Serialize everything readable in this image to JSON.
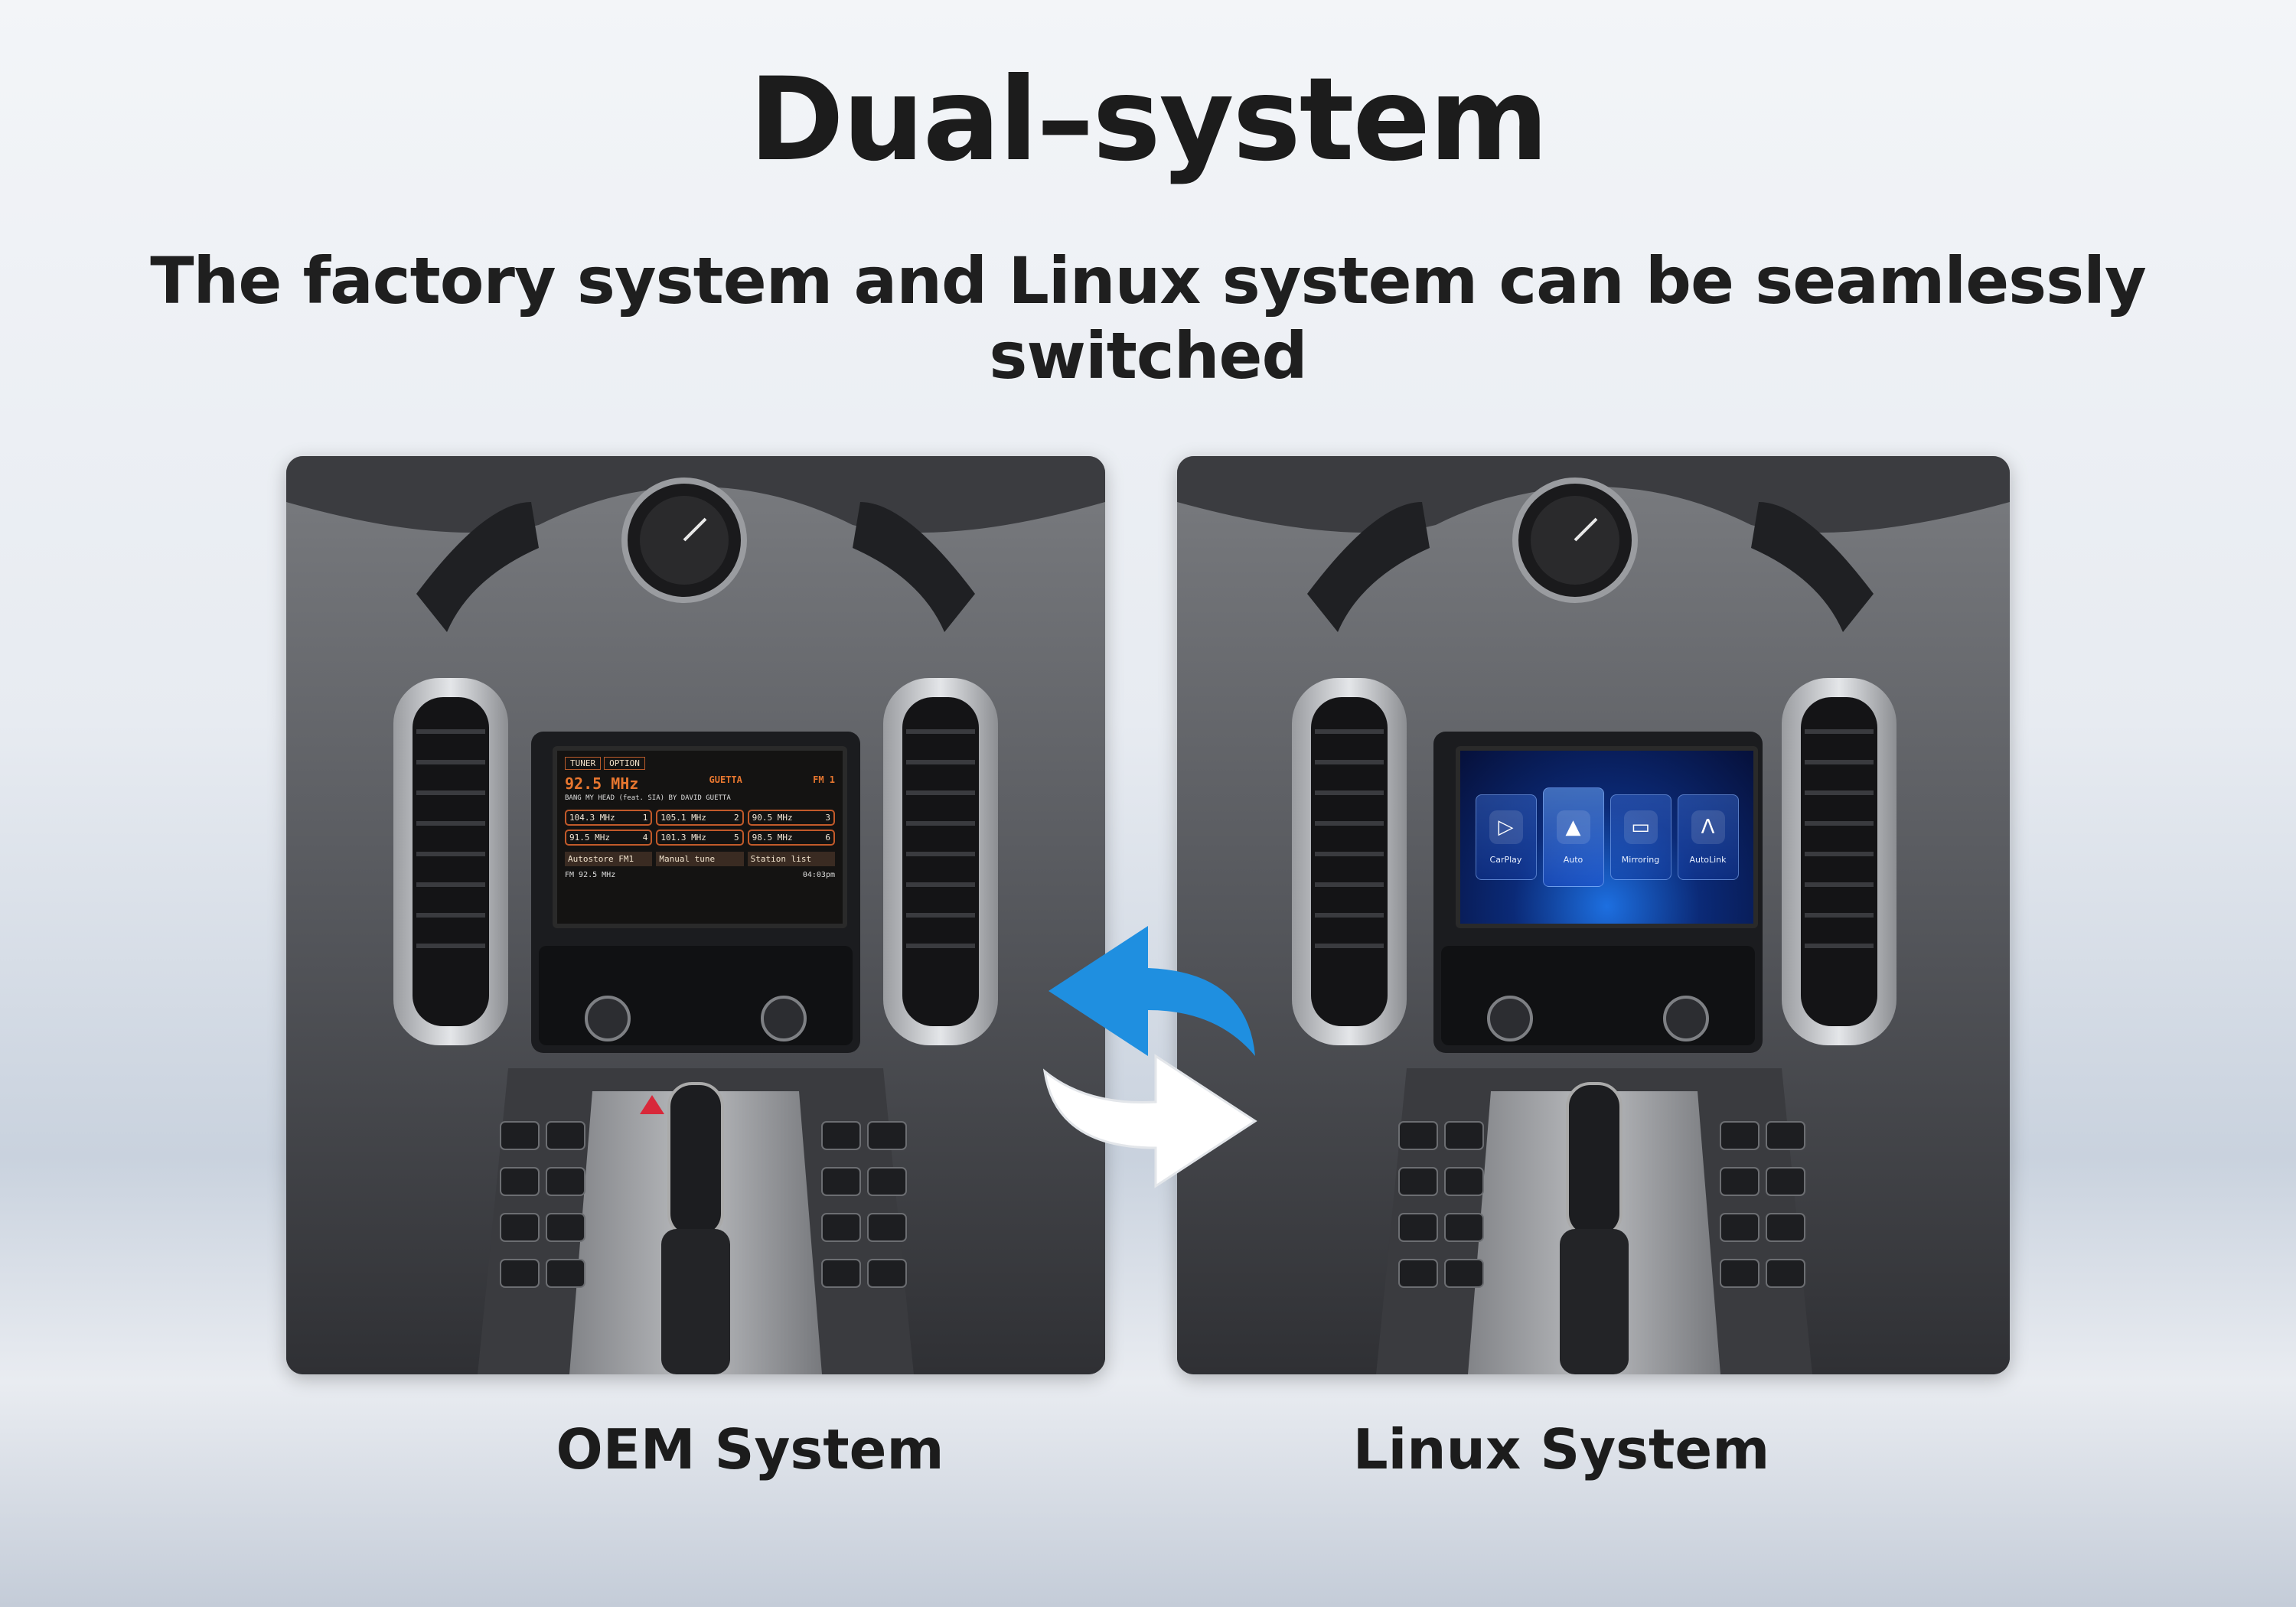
{
  "header": {
    "title": "Dual–system",
    "subtitle": "The factory system and Linux system can be seamlessly switched"
  },
  "panels": {
    "oem": {
      "caption": "OEM System",
      "screen": {
        "tabs": [
          "TUNER",
          "OPTION"
        ],
        "frequency": "92.5 MHz",
        "station": "GUETTA",
        "band": "FM 1",
        "song": "BANG MY HEAD (feat. SIA) BY DAVID GUETTA",
        "presets": [
          {
            "label": "104.3 MHz",
            "num": "1"
          },
          {
            "label": "105.1 MHz",
            "num": "2"
          },
          {
            "label": "90.5 MHz",
            "num": "3"
          },
          {
            "label": "91.5 MHz",
            "num": "4"
          },
          {
            "label": "101.3 MHz",
            "num": "5"
          },
          {
            "label": "98.5 MHz",
            "num": "6"
          }
        ],
        "bottom_buttons": [
          "Autostore FM1",
          "Manual tune",
          "Station list"
        ],
        "status_left": "FM 92.5 MHz",
        "status_right": "04:03pm"
      }
    },
    "linux": {
      "caption": "Linux System",
      "apps": [
        {
          "label": "CarPlay",
          "icon": "carplay-icon"
        },
        {
          "label": "Auto",
          "icon": "android-auto-icon"
        },
        {
          "label": "Mirroring",
          "icon": "mirroring-icon"
        },
        {
          "label": "AutoLink",
          "icon": "autolink-icon"
        }
      ]
    }
  },
  "colors": {
    "switch_arrow_blue": "#1f8fe0",
    "switch_arrow_white": "#ffffff",
    "oem_accent": "#e7762f",
    "title_text": "#1c1c1c"
  }
}
